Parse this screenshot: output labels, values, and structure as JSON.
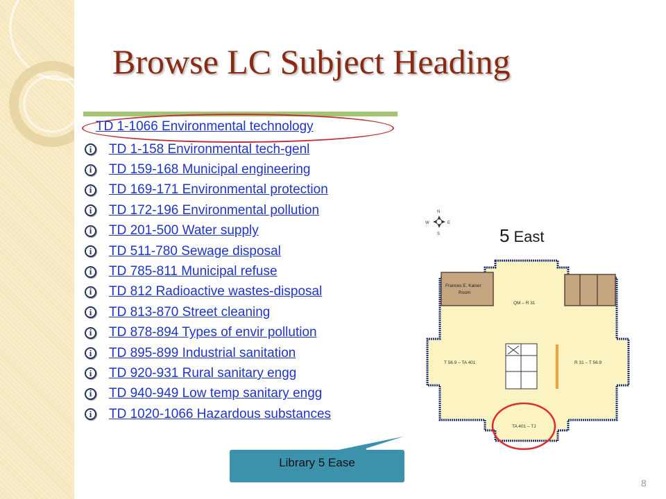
{
  "slide": {
    "title": "Browse LC Subject Heading",
    "page_number": "8"
  },
  "browse": {
    "header_link": "TD 1-1066 Environmental technology",
    "items": [
      "TD 1-158 Environmental tech-genl",
      "TD 159-168 Municipal engineering",
      "TD 169-171 Environmental protection",
      "TD 172-196 Environmental pollution",
      "TD 201-500 Water supply",
      "TD 511-780 Sewage disposal",
      "TD 785-811 Municipal refuse",
      "TD 812 Radioactive wastes-disposal",
      "TD 813-870 Street cleaning",
      "TD 878-894 Types of envir pollution",
      "TD 895-899 Industrial sanitation",
      "TD 920-931 Rural sanitary engg",
      "TD 940-949 Low temp sanitary engg",
      "TD 1020-1066 Hazardous substances"
    ],
    "info_icon_glyph": "i"
  },
  "map": {
    "floor_number": "5",
    "floor_name": "East",
    "room_label": "Frances E. Kaiser",
    "room_label_2": "Room",
    "range_top": "QM – R 31",
    "range_left": "T 56.9 – TA 401",
    "range_right": "R 31 – T 56.9",
    "range_bottom": "TA 401 – TJ",
    "compass": {
      "n": "N",
      "s": "S",
      "e": "E",
      "w": "W"
    }
  },
  "callout": {
    "label": "Library 5 Ease"
  },
  "colors": {
    "title": "#8b2a13",
    "link": "#1f34c9",
    "oval": "#c03035",
    "floor_fill": "#fbf3c1",
    "wall": "#23337a",
    "callout": "#3c92ab"
  }
}
